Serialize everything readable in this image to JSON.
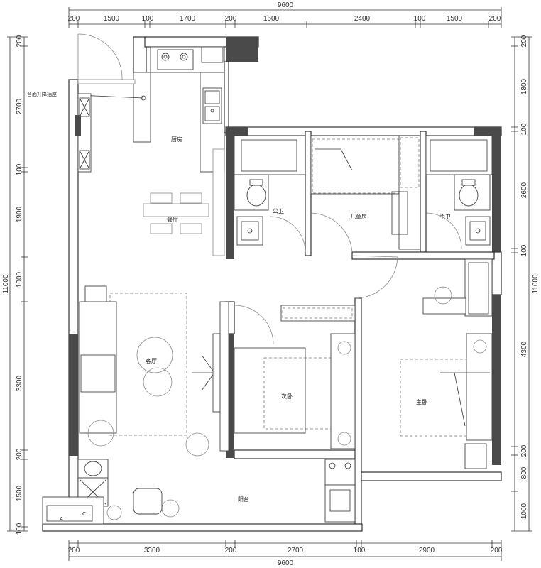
{
  "dimensions": {
    "overall_top": "9600",
    "overall_bottom": "9600",
    "overall_left": "11000",
    "overall_right": "11000",
    "top_segments": [
      "200",
      "1500",
      "100",
      "1700",
      "200",
      "1600",
      "2400",
      "100",
      "1500",
      "200"
    ],
    "bottom_segments": [
      "200",
      "3300",
      "200",
      "2700",
      "100",
      "2900",
      "200"
    ],
    "left_segments": [
      "200",
      "2700",
      "100",
      "1900",
      "1000",
      "3300",
      "200",
      "1500",
      "100"
    ],
    "right_segments": [
      "200",
      "1800",
      "100",
      "2600",
      "100",
      "4300",
      "200",
      "800",
      "1000"
    ]
  },
  "rooms": {
    "kitchen": "厨房",
    "dining": "餐厅",
    "living": "客厅",
    "public_bath": "公卫",
    "kids_room": "儿童房",
    "master_bath": "主卫",
    "second_bedroom": "次卧",
    "master_bedroom": "主卧",
    "balcony": "阳台"
  },
  "annotations": {
    "socket_note": "台面升降插座",
    "tank_a": "A",
    "tank_c": "C"
  },
  "colors": {
    "wall": "#4a4a4a",
    "line": "#333333",
    "dashed": "#777777"
  }
}
